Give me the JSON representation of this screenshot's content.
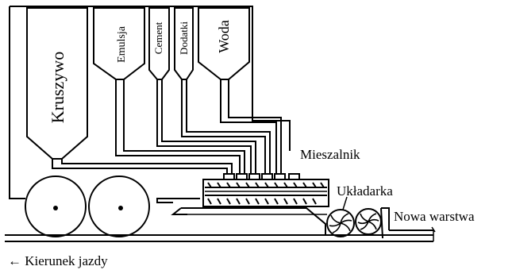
{
  "diagram": {
    "hoppers": {
      "kruszywo": "Kruszywo",
      "emulsja": "Emulsja",
      "cement": "Cement",
      "dodatki": "Dodatki",
      "woda": "Woda"
    },
    "labels": {
      "mieszalnik": "Mieszalnik",
      "ukladarka": "Układarka",
      "nowa_warstwa": "Nowa warstwa",
      "kierunek_jazdy": "← Kierunek jazdy"
    },
    "colors": {
      "ink": "#000000",
      "paper": "#ffffff"
    }
  }
}
